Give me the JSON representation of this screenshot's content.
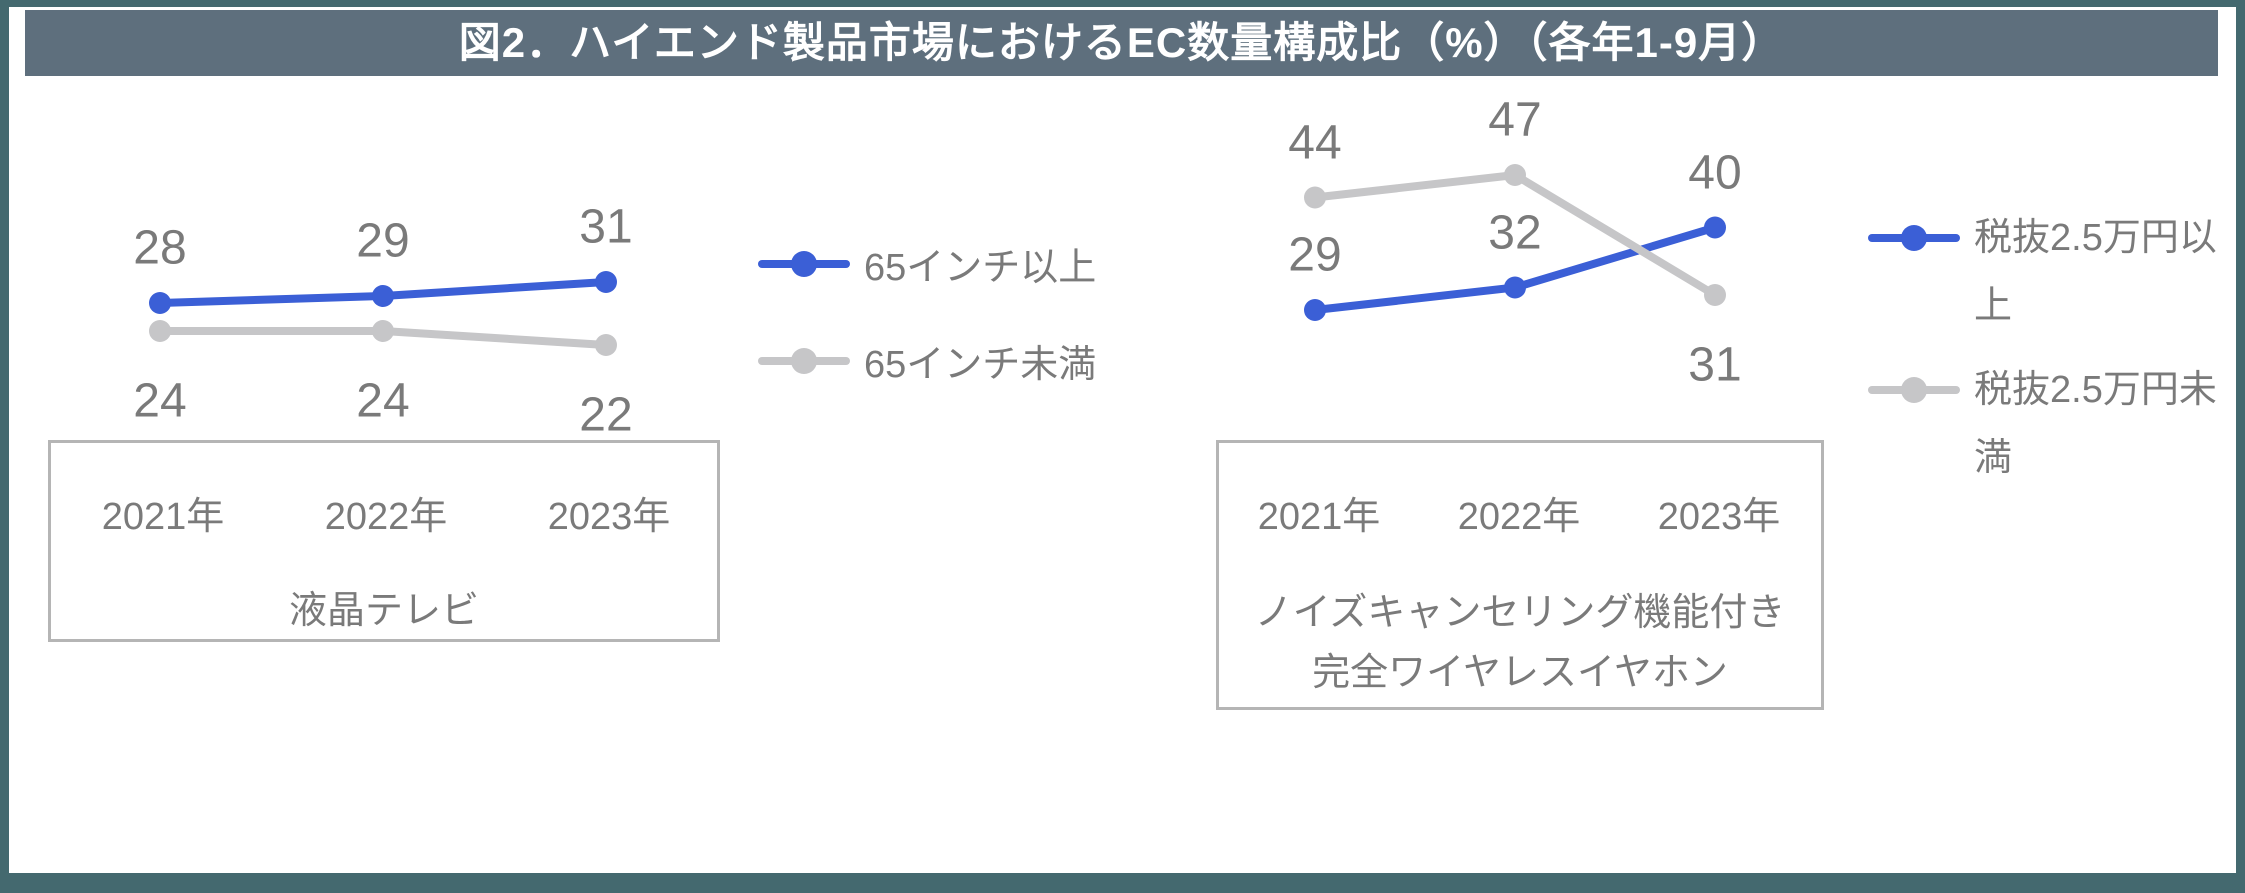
{
  "page": {
    "title": "図2．ハイエンド製品市場におけるEC数量構成比（%）（各年1-9月）"
  },
  "colors": {
    "frame": "#44696f",
    "title_bar_bg": "#5e6f7d",
    "title_text": "#ffffff",
    "blue": "#3b5fd6",
    "gray": "#c6c6c8",
    "label_text": "#7a7a7a",
    "box_border": "#b5b5b5"
  },
  "chart_data": [
    {
      "type": "line",
      "title_lines": [
        "液晶テレビ"
      ],
      "categories": [
        "2021年",
        "2022年",
        "2023年"
      ],
      "series": [
        {
          "name": "65インチ以上",
          "color_key": "blue",
          "values": [
            28,
            29,
            31
          ],
          "label_side": [
            "above",
            "above",
            "above"
          ]
        },
        {
          "name": "65インチ未満",
          "color_key": "gray",
          "values": [
            24,
            24,
            22
          ],
          "label_side": [
            "below",
            "below",
            "below"
          ]
        }
      ],
      "legend_position": "right",
      "data_labels": true,
      "axes_hidden": true,
      "grid": false
    },
    {
      "type": "line",
      "title_lines": [
        "ノイズキャンセリング機能付き",
        "完全ワイヤレスイヤホン"
      ],
      "categories": [
        "2021年",
        "2022年",
        "2023年"
      ],
      "series": [
        {
          "name": "税抜2.5万円以上",
          "color_key": "blue",
          "values": [
            29,
            32,
            40
          ],
          "label_side": [
            "above",
            "above",
            "above"
          ]
        },
        {
          "name": "税抜2.5万円未満",
          "color_key": "gray",
          "values": [
            44,
            47,
            31
          ],
          "label_side": [
            "above",
            "above",
            "below"
          ]
        }
      ],
      "legend_position": "right",
      "data_labels": true,
      "axes_hidden": true,
      "grid": false
    }
  ]
}
